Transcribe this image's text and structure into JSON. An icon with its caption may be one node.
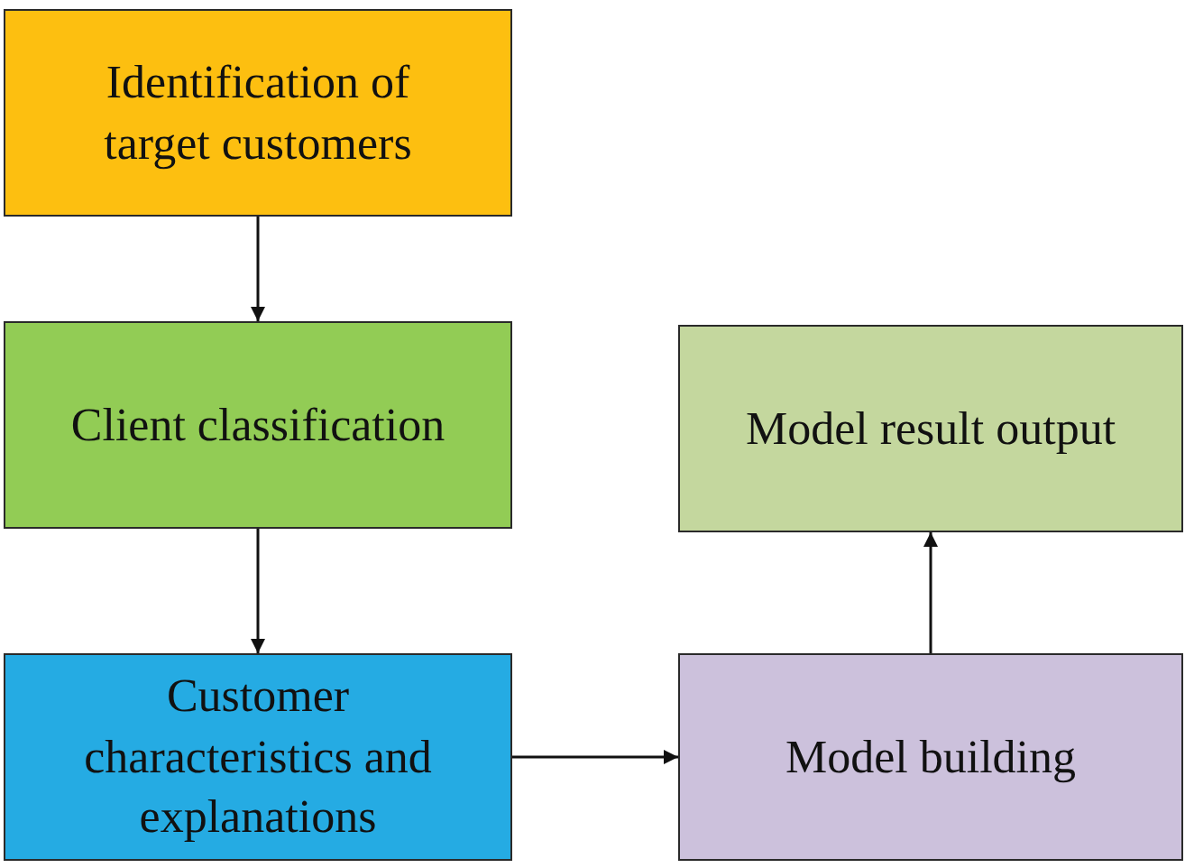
{
  "diagram": {
    "nodes": [
      {
        "text": [
          "Identification of target customers"
        ]
      },
      {
        "text": [
          "Client classification"
        ]
      },
      {
        "text": [
          "Customer characteristics and explanations"
        ]
      },
      {
        "text": [
          "Model building"
        ]
      },
      {
        "text": [
          "Model result output"
        ]
      }
    ],
    "edges": [
      {
        "from": 0,
        "to": 1,
        "arrow": "to"
      },
      {
        "from": 1,
        "to": 2,
        "arrow": "to"
      },
      {
        "from": 2,
        "to": 3,
        "arrow": "to"
      },
      {
        "from": 3,
        "to": 4,
        "arrow": "to"
      }
    ]
  }
}
